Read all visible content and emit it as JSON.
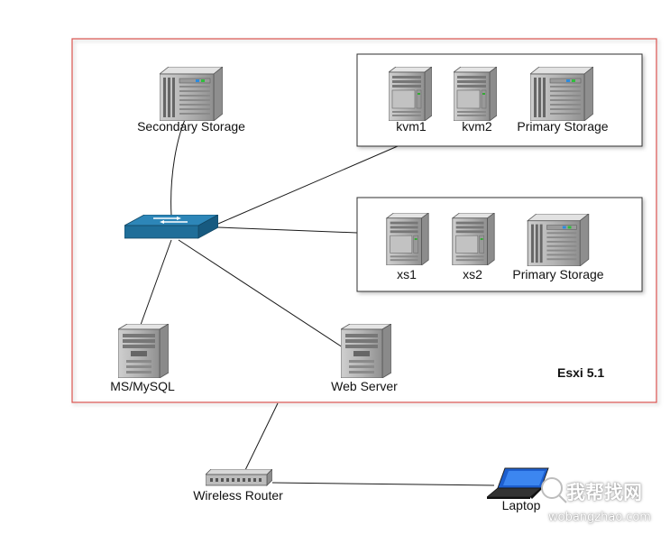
{
  "environment": {
    "label": "Esxi 5.1"
  },
  "nodes": {
    "secondary_storage": {
      "label": "Secondary Storage",
      "icon": "storage-array-icon"
    },
    "kvm1": {
      "label": "kvm1",
      "icon": "server-icon"
    },
    "kvm2": {
      "label": "kvm2",
      "icon": "server-icon"
    },
    "kvm_primary_storage": {
      "label": "Primary Storage",
      "icon": "storage-array-icon"
    },
    "switch": {
      "icon": "network-switch-icon"
    },
    "xs1": {
      "label": "xs1",
      "icon": "server-icon"
    },
    "xs2": {
      "label": "xs2",
      "icon": "server-icon"
    },
    "xs_primary_storage": {
      "label": "Primary Storage",
      "icon": "storage-array-icon"
    },
    "db_server": {
      "label": "MS/MySQL",
      "icon": "tower-server-icon"
    },
    "web_server": {
      "label": "Web Server",
      "icon": "tower-server-icon"
    },
    "router": {
      "label": "Wireless Router",
      "icon": "router-icon"
    },
    "laptop": {
      "label": "Laptop",
      "icon": "laptop-icon"
    }
  },
  "watermark": {
    "title": "我帮找网",
    "url": "wobangzhao.com"
  },
  "colors": {
    "environment_border": "#d9534f",
    "switch_blue": "#1f6e99",
    "laptop_screen": "#1d5fcf"
  }
}
